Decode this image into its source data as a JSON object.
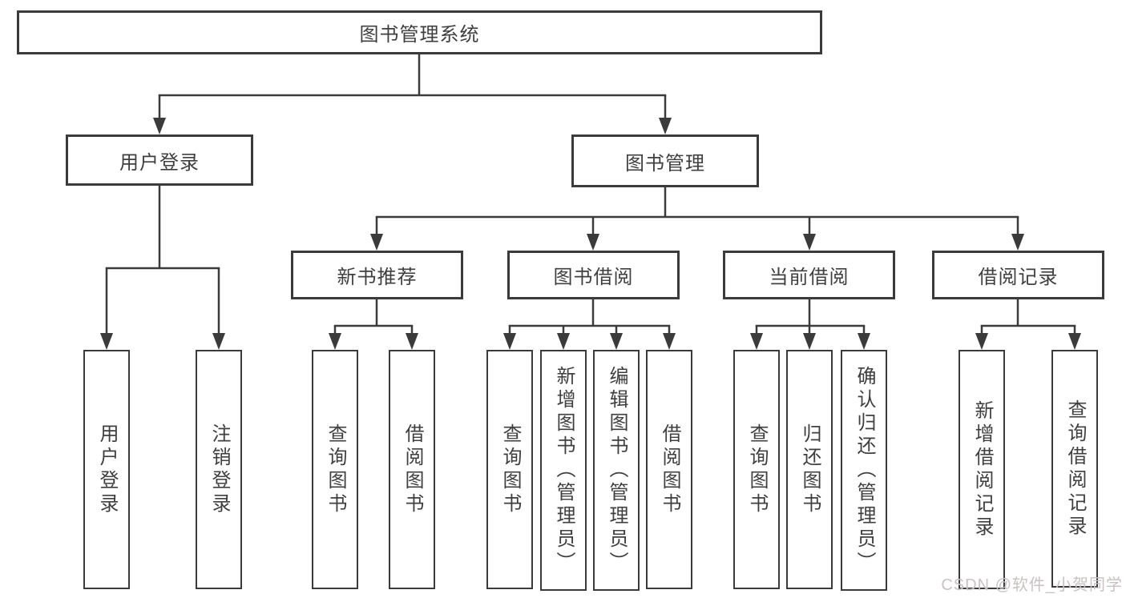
{
  "tree": {
    "label": "图书管理系统",
    "children": [
      {
        "label": "用户登录",
        "children": [
          {
            "label": "用户登录"
          },
          {
            "label": "注销登录"
          }
        ]
      },
      {
        "label": "图书管理",
        "children": [
          {
            "label": "新书推荐",
            "children": [
              {
                "label": "查询图书"
              },
              {
                "label": "借阅图书"
              }
            ]
          },
          {
            "label": "图书借阅",
            "children": [
              {
                "label": "查询图书"
              },
              {
                "label": "新增图书（管理员）"
              },
              {
                "label": "编辑图书（管理员）"
              },
              {
                "label": "借阅图书"
              }
            ]
          },
          {
            "label": "当前借阅",
            "children": [
              {
                "label": "查询图书"
              },
              {
                "label": "归还图书"
              },
              {
                "label": "确认归还（管理员）"
              }
            ]
          },
          {
            "label": "借阅记录",
            "children": [
              {
                "label": "新增借阅记录"
              },
              {
                "label": "查询借阅记录"
              }
            ]
          }
        ]
      }
    ]
  },
  "watermark": {
    "text": "CSDN @软件_小贺同学"
  },
  "colors": {
    "line": "#3b3b3b",
    "box_border": "#3b3b3b",
    "text": "#3f3f3f",
    "watermark": "#c8c2c2",
    "background": "#ffffff"
  }
}
